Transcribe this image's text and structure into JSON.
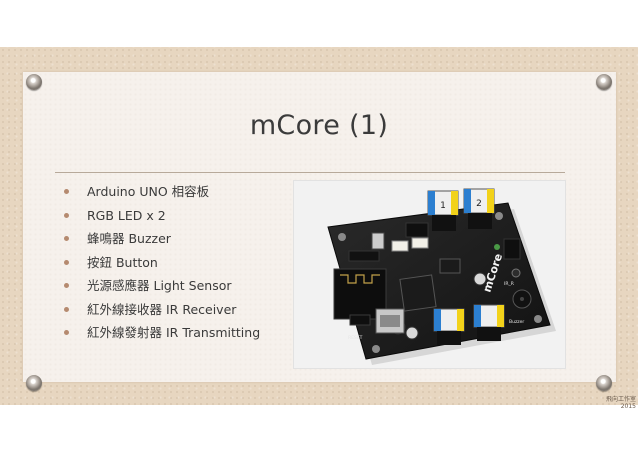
{
  "slide": {
    "title": "mCore (1)",
    "bullets": [
      "Arduino UNO 相容板",
      "RGB LED x 2",
      "蜂鳴器 Buzzer",
      "按鈕 Button",
      "光源感應器 Light Sensor",
      "紅外線接收器 IR Receiver",
      "紅外線發射器 IR Transmitting"
    ],
    "footer": "飛向工作室 2015",
    "bullet_color": "#b58a6f"
  },
  "photo": {
    "board_labels": {
      "port1": "1",
      "port2": "2",
      "brand": "mCore",
      "reset": "RESET",
      "buzzer": "Buzzer",
      "ir": "IR_R"
    }
  }
}
